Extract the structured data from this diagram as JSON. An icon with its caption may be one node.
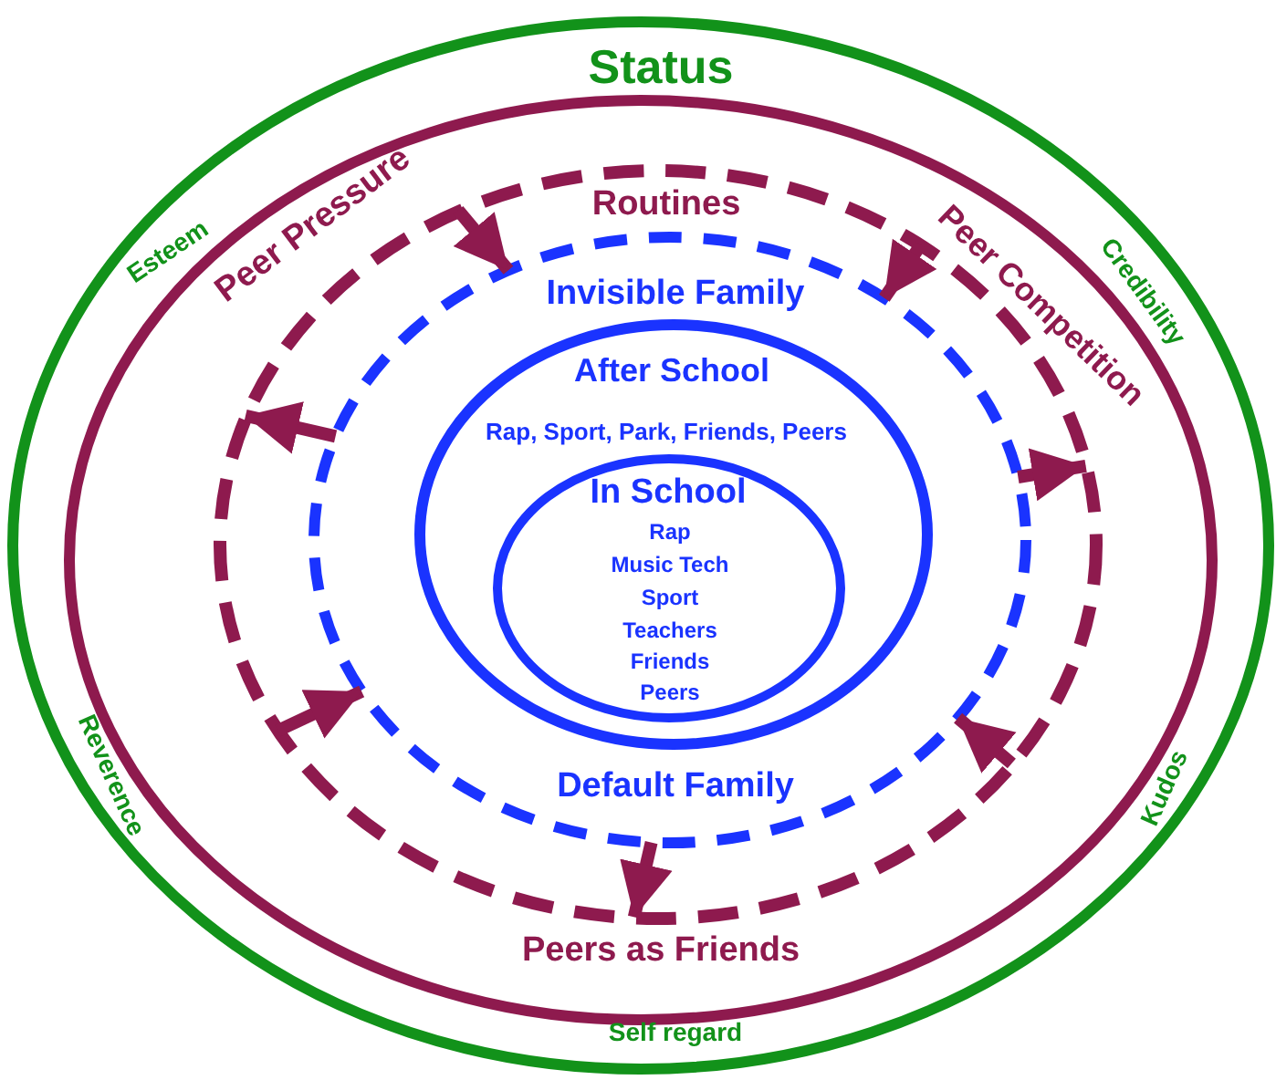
{
  "diagram": {
    "nodes": [
      {
        "text": [
          "Status",
          "Esteem",
          "Credibility",
          "Reverence",
          "Kudos",
          "Self regard"
        ]
      },
      {
        "text": [
          "Peer Pressure",
          "Peer Competition",
          "Peers as Friends"
        ],
        "in": 0
      },
      {
        "text": [
          "Routines"
        ],
        "in": 1
      },
      {
        "text": [
          "Invisible Family",
          "Default Family"
        ],
        "in": 2
      },
      {
        "text": [
          "After School",
          "Rap, Sport, Park, Friends, Peers"
        ],
        "in": 3
      },
      {
        "text": [
          "In School",
          "Rap",
          "Music Tech",
          "Sport",
          "Teachers",
          "Friends",
          "Peers"
        ],
        "in": 4
      }
    ],
    "edges": [
      {
        "from": 2,
        "to": 3,
        "arrow": "to"
      },
      {
        "from": 2,
        "to": 3,
        "arrow": "to"
      },
      {
        "from": 3,
        "to": 2,
        "arrow": "to"
      },
      {
        "from": 3,
        "to": 2,
        "arrow": "to"
      },
      {
        "from": 2,
        "to": 3,
        "arrow": "to"
      },
      {
        "from": 2,
        "to": 3,
        "arrow": "to"
      },
      {
        "from": 3,
        "to": 2,
        "arrow": "to"
      }
    ]
  }
}
